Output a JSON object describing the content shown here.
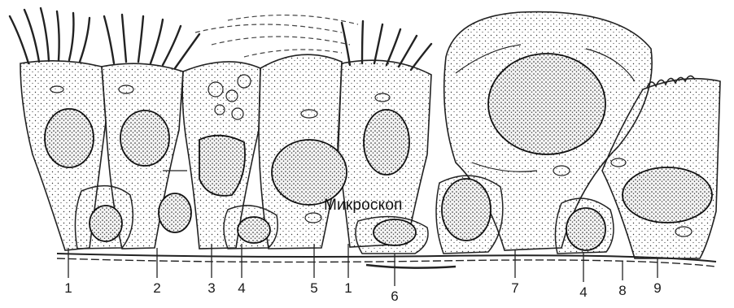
{
  "figure": {
    "overlay_caption": "Микроскоп",
    "labels": [
      "1",
      "2",
      "3",
      "4",
      "5",
      "1",
      "6",
      "7",
      "4",
      "8",
      "9"
    ]
  }
}
